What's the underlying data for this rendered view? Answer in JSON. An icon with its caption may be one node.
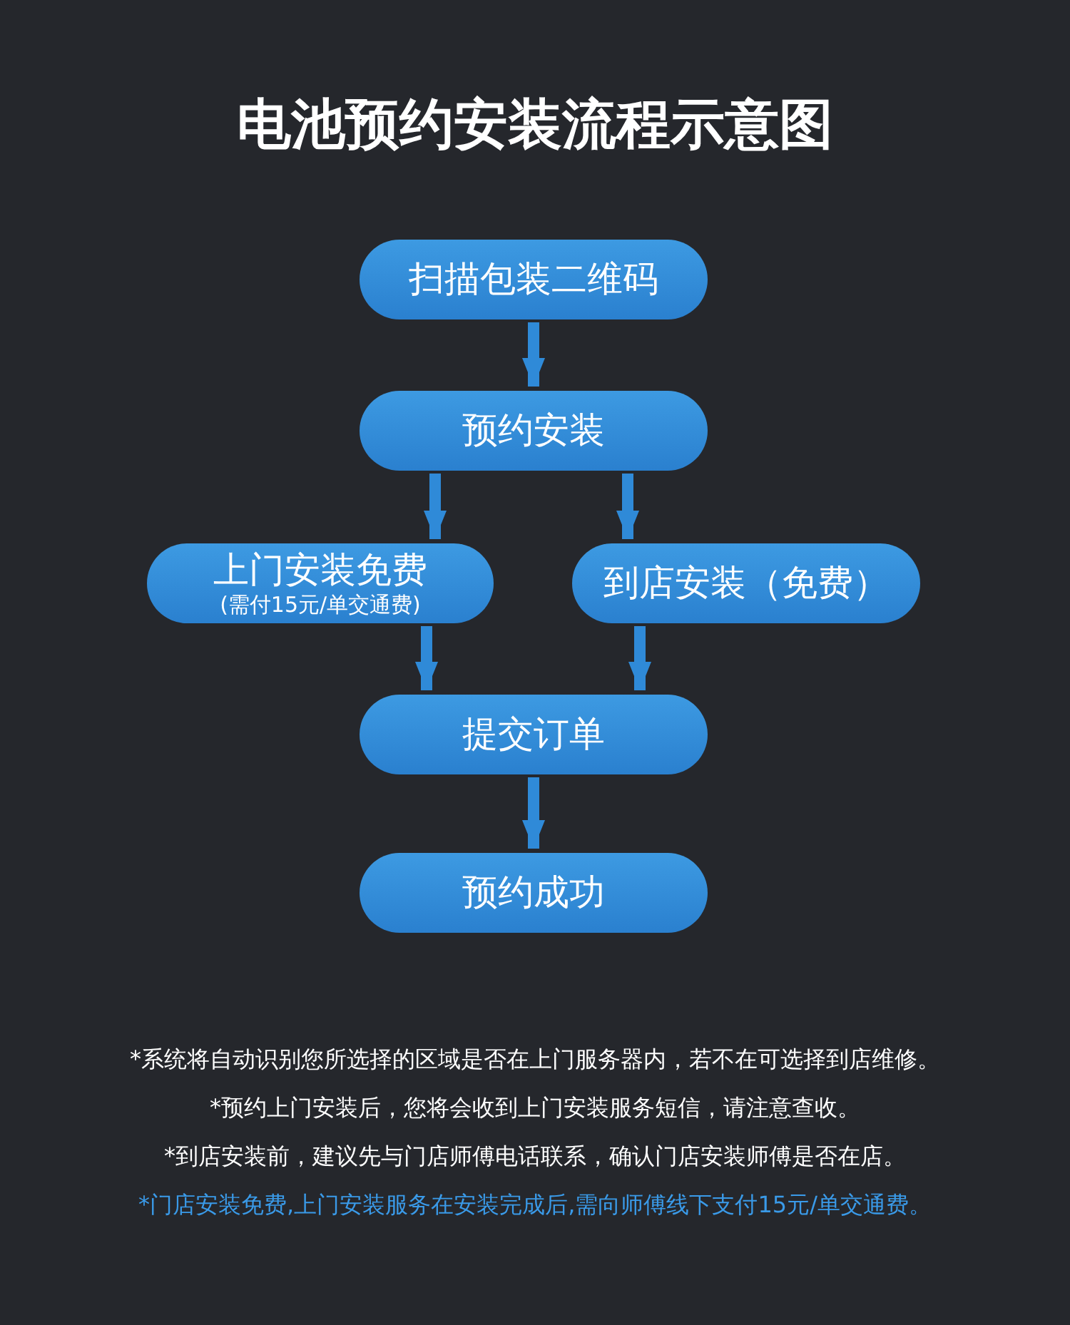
{
  "diagram": {
    "title": "电池预约安装流程示意图",
    "nodes": [
      {
        "text": [
          "扫描包装二维码"
        ]
      },
      {
        "text": [
          "预约安装"
        ]
      },
      {
        "text": [
          "上门安装免费",
          "(需付15元/单交通费)"
        ]
      },
      {
        "text": [
          "到店安装（免费）"
        ]
      },
      {
        "text": [
          "提交订单"
        ]
      },
      {
        "text": [
          "预约成功"
        ]
      }
    ],
    "edges": [
      {
        "from": 0,
        "to": 1,
        "arrow": "to"
      },
      {
        "from": 1,
        "to": 2,
        "arrow": "to"
      },
      {
        "from": 1,
        "to": 3,
        "arrow": "to"
      },
      {
        "from": 2,
        "to": 4,
        "arrow": "to"
      },
      {
        "from": 3,
        "to": 4,
        "arrow": "to"
      },
      {
        "from": 4,
        "to": 5,
        "arrow": "to"
      }
    ],
    "labels": [
      "*系统将自动识别您所选择的区域是否在上门服务器内，若不在可选择到店维修。",
      "*预约上门安装后，您将会收到上门安装服务短信，请注意查收。",
      "*到店安装前，建议先与门店师傅电话联系，确认门店安装师傅是否在店。",
      "*门店安装免费,上门安装服务在安装完成后,需向师傅线下支付15元/单交通费。"
    ]
  }
}
